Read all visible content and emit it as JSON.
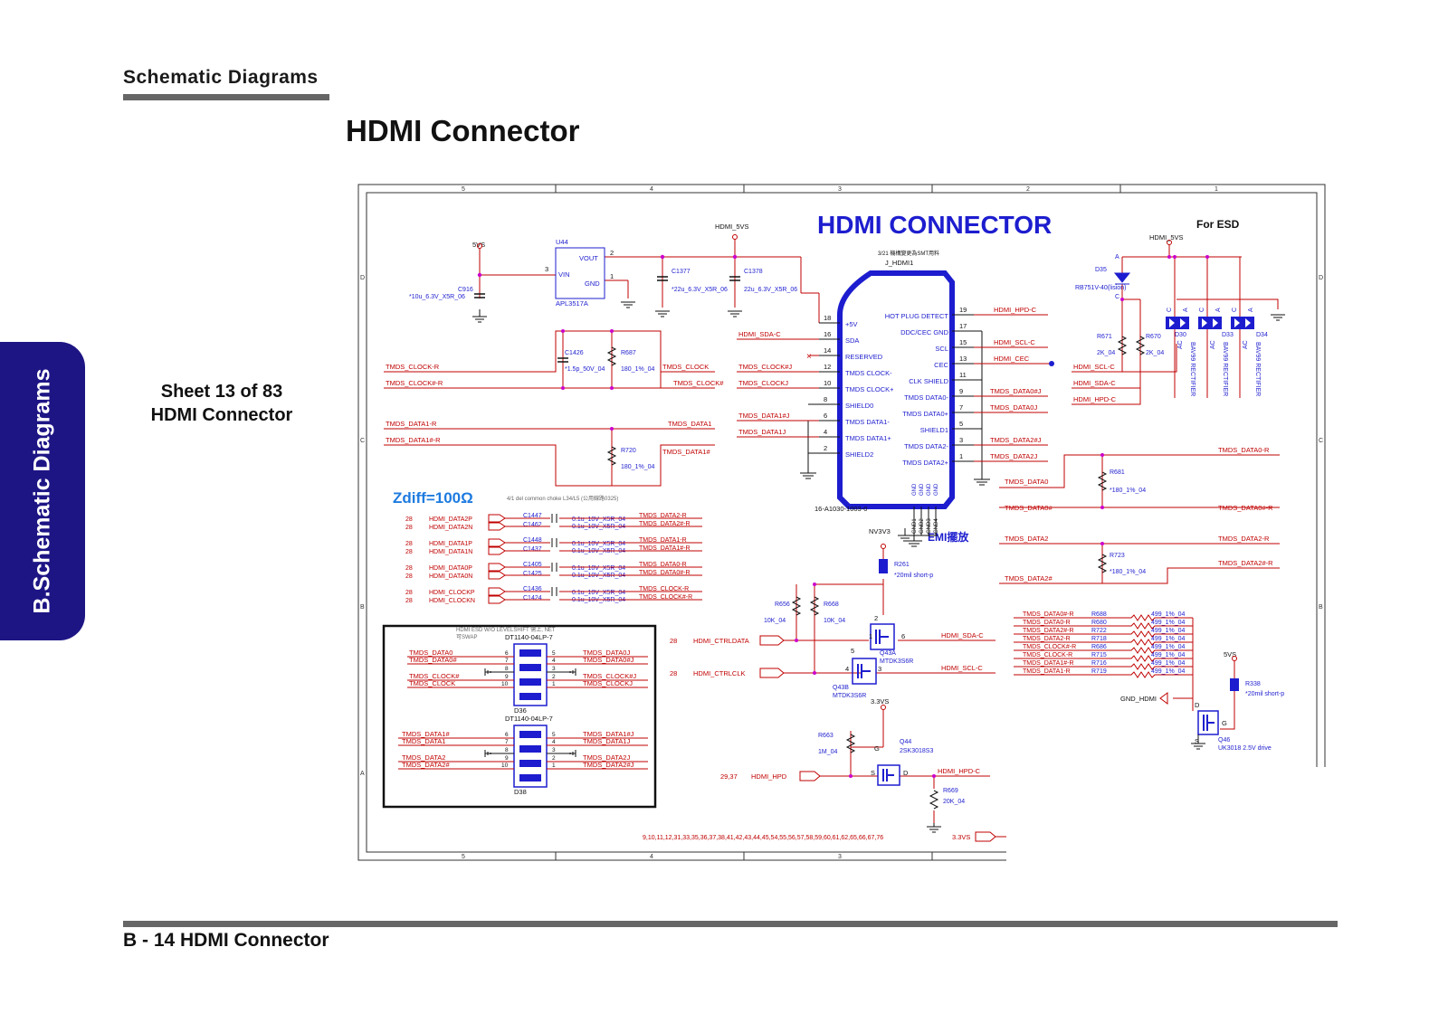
{
  "header": {
    "section": "Schematic  Diagrams",
    "title": "HDMI Connector"
  },
  "side_tab": "B.Schematic Diagrams",
  "sheet": {
    "line1": "Sheet 13 of 83",
    "line2": "HDMI Connector"
  },
  "footer": "B - 14   HDMI Connector",
  "colors": {
    "wire": "#c00000",
    "blue": "#1d1dcf",
    "tab": "#1e1585",
    "junction": "#cc00cc",
    "net": "#c00000"
  },
  "schematic": {
    "title": "HDMI  CONNECTOR",
    "esd_title": "For ESD",
    "zdiff": "Zdiff=100Ω",
    "zdiff_note": "4/1 del common choke L34/L5 (公用線路0325)",
    "note_321": "3/21 機構變更為SMT用料",
    "emi": "EMI擺放",
    "border_cols": [
      "5",
      "4",
      "3",
      "2",
      "1"
    ],
    "border_rows": [
      "D",
      "C",
      "B",
      "A"
    ],
    "u44": {
      "ref": "U44",
      "part": "APL3517A",
      "vin": "VIN",
      "vout": "VOUT",
      "gnd": "GND",
      "p3": "3",
      "p2": "2",
      "p1": "1"
    },
    "pwr": {
      "p5vs": "5VS",
      "hdmi5vs": "HDMI_5VS",
      "nv3v3": "NV3V3",
      "p3v3": "3.3VS"
    },
    "caps": {
      "c916": "C916",
      "c916v": "*10u_6.3V_X5R_06",
      "c1377": "C1377",
      "c1377v": "*22u_6.3V_X5R_06",
      "c1378": "C1378",
      "c1378v": "22u_6.3V_X5R_06",
      "c1426": "C1426",
      "c1426v": "*1.5p_50V_04"
    },
    "res": {
      "r687": "R687",
      "r687v": "180_1%_04",
      "r720": "R720",
      "r720v": "180_1%_04",
      "r681": "R681",
      "r681v": "*180_1%_04",
      "r723": "R723",
      "r723v": "*180_1%_04",
      "r671": "R671",
      "r671v": "2K_04",
      "r670": "R670",
      "r670v": "2K_04",
      "r261": "R261",
      "r261v": "*20mil short-p",
      "r656": "R656",
      "r656v": "10K_04",
      "r668": "R668",
      "r668v": "10K_04",
      "r663": "R663",
      "r663v": "1M_04",
      "r669": "R669",
      "r669v": "20K_04",
      "r338": "R338",
      "r338v": "*20mil short-p"
    },
    "connector": {
      "ref": "J_HDMI1",
      "part": "16-A1030-1003-0",
      "left_pins": [
        {
          "n": "18",
          "name": "+5V"
        },
        {
          "n": "16",
          "name": "SDA"
        },
        {
          "n": "14",
          "name": "RESERVED"
        },
        {
          "n": "12",
          "name": "TMDS CLOCK-"
        },
        {
          "n": "10",
          "name": "TMDS CLOCK+"
        },
        {
          "n": "8",
          "name": "SHIELD0"
        },
        {
          "n": "6",
          "name": "TMDS DATA1-"
        },
        {
          "n": "4",
          "name": "TMDS DATA1+"
        },
        {
          "n": "2",
          "name": "SHIELD2"
        }
      ],
      "right_pins": [
        {
          "n": "19",
          "name": "HOT PLUG DETECT"
        },
        {
          "n": "17",
          "name": "DDC/CEC GND"
        },
        {
          "n": "15",
          "name": "SCL"
        },
        {
          "n": "13",
          "name": "CEC"
        },
        {
          "n": "11",
          "name": "CLK SHIELD"
        },
        {
          "n": "9",
          "name": "TMDS DATA0-"
        },
        {
          "n": "7",
          "name": "TMDS DATA0+"
        },
        {
          "n": "5",
          "name": "SHIELD1"
        },
        {
          "n": "3",
          "name": "TMDS DATA2-"
        },
        {
          "n": "1",
          "name": "TMDS DATA2+"
        }
      ],
      "gnd_pins": [
        "GND1",
        "GND2",
        "GND3",
        "GND4"
      ],
      "gnd_labels": [
        "GND",
        "GND",
        "GND",
        "GND"
      ]
    },
    "nets": {
      "tmds_clock_r": "TMDS_CLOCK-R",
      "tmds_clock_n_r": "TMDS_CLOCK#-R",
      "tmds_clock": "TMDS_CLOCK",
      "tmds_clock_n": "TMDS_CLOCK#",
      "tmds_clock_nj": "TMDS_CLOCK#J",
      "tmds_clockj": "TMDS_CLOCKJ",
      "tmds_data1_r": "TMDS_DATA1-R",
      "tmds_data1n_r": "TMDS_DATA1#-R",
      "tmds_data1": "TMDS_DATA1",
      "tmds_data1n": "TMDS_DATA1#",
      "tmds_data1nj": "TMDS_DATA1#J",
      "tmds_data1j": "TMDS_DATA1J",
      "hdmi_sda_c": "HDMI_SDA-C",
      "hdmi_hpd_c": "HDMI_HPD-C",
      "hdmi_scl_c": "HDMI_SCL-C",
      "hdmi_cec": "HDMI_CEC",
      "tmds_data0nj": "TMDS_DATA0#J",
      "tmds_data0j": "TMDS_DATA0J",
      "tmds_data2nj": "TMDS_DATA2#J",
      "tmds_data2j": "TMDS_DATA2J",
      "tmds_data0": "TMDS_DATA0",
      "tmds_data0n": "TMDS_DATA0#",
      "tmds_data0_r": "TMDS_DATA0-R",
      "tmds_data0n_r": "TMDS_DATA0#-R",
      "tmds_data2": "TMDS_DATA2",
      "tmds_data2n": "TMDS_DATA2#",
      "tmds_data2_r": "TMDS_DATA2-R",
      "tmds_data2n_r": "TMDS_DATA2#-R",
      "esd_scl": "HDMI_SCL-C",
      "esd_sda": "HDMI_SDA-C",
      "esd_hpd": "HDMI_HPD-C"
    },
    "esd": {
      "d35": "D35",
      "d35p": "RB751V-40(lision)",
      "d30": "D30",
      "d33": "D33",
      "d34": "D34",
      "rect": "BAV99 RECTIFIER",
      "pinA": "A",
      "pinC": "C",
      "pinAC": "AC"
    },
    "ac_caps": [
      {
        "page": "28",
        "net": "HDMI_DATA2P",
        "ref": "C1447",
        "val": "0.1u_10V_X5R_04",
        "out": "TMDS_DATA2-R"
      },
      {
        "page": "28",
        "net": "HDMI_DATA2N",
        "ref": "C1462",
        "val": "0.1u_10V_X5R_04",
        "out": "TMDS_DATA2#-R"
      },
      {
        "page": "28",
        "net": "HDMI_DATA1P",
        "ref": "C1448",
        "val": "0.1u_10V_X5R_04",
        "out": "TMDS_DATA1-R"
      },
      {
        "page": "28",
        "net": "HDMI_DATA1N",
        "ref": "C1437",
        "val": "0.1u_10V_X5R_04",
        "out": "TMDS_DATA1#-R"
      },
      {
        "page": "28",
        "net": "HDMI_DATA0P",
        "ref": "C1405",
        "val": "0.1u_10V_X5R_04",
        "out": "TMDS_DATA0-R"
      },
      {
        "page": "28",
        "net": "HDMI_DATA0N",
        "ref": "C1425",
        "val": "0.1u_10V_X5R_04",
        "out": "TMDS_DATA0#-R"
      },
      {
        "page": "28",
        "net": "HDMI_CLOCKP",
        "ref": "C1436",
        "val": "0.1u_10V_X5R_04",
        "out": "TMDS_CLOCK-R"
      },
      {
        "page": "28",
        "net": "HDMI_CLOCKN",
        "ref": "C1424",
        "val": "0.1u_10V_X5R_04",
        "out": "TMDS_CLOCK#-R"
      }
    ],
    "esd_box": {
      "note1": "HDMI ESD W/O LEVELSHIFT 需上, NET",
      "note2": "可SWAP",
      "part": "DT1140-04LP-7",
      "d36": "D36",
      "d38": "D38",
      "top_left": [
        "TMDS_DATA0",
        "TMDS_DATA0#",
        "TMDS_CLOCK#",
        "TMDS_CLOCK"
      ],
      "top_right": [
        "TMDS_DATA0J",
        "TMDS_DATA0#J",
        "TMDS_CLOCK#J",
        "TMDS_CLOCKJ"
      ],
      "bot_left": [
        "TMDS_DATA1#",
        "TMDS_DATA1",
        "TMDS_DATA2",
        "TMDS_DATA2#"
      ],
      "bot_right": [
        "TMDS_DATA1#J",
        "TMDS_DATA1J",
        "TMDS_DATA2J",
        "TMDS_DATA2#J"
      ],
      "pins_l": [
        "6",
        "7",
        "8",
        "9",
        "10"
      ],
      "pins_r": [
        "5",
        "4",
        "3",
        "2",
        "1"
      ]
    },
    "ddc": {
      "page": "28",
      "ctrldata": "HDMI_CTRLDATA",
      "ctrlclk": "HDMI_CTRLCLK",
      "q43a": "Q43A",
      "q43a_part": "MTDK3S6R",
      "q43b": "Q43B",
      "q43b_part": "MTDK3S6R",
      "sda_out": "HDMI_SDA-C",
      "scl_out": "HDMI_SCL-C",
      "p1": "1",
      "p2": "2",
      "p3": "3",
      "p4": "4",
      "p5": "5",
      "p6": "6"
    },
    "hpd": {
      "page": "29,37",
      "net": "HDMI_HPD",
      "q44": "Q44",
      "q44_part": "2SK3018S3",
      "out": "HDMI_HPD-C",
      "g": "G",
      "s": "S",
      "d": "D"
    },
    "term": {
      "rows": [
        {
          "net": "TMDS_DATA0#-R",
          "ref": "R688",
          "val": "499_1%_04"
        },
        {
          "net": "TMDS_DATA0-R",
          "ref": "R680",
          "val": "499_1%_04"
        },
        {
          "net": "TMDS_DATA2#-R",
          "ref": "R722",
          "val": "499_1%_04"
        },
        {
          "net": "TMDS_DATA2-R",
          "ref": "R718",
          "val": "499_1%_04"
        },
        {
          "net": "TMDS_CLOCK#-R",
          "ref": "R686",
          "val": "499_1%_04"
        },
        {
          "net": "TMDS_CLOCK-R",
          "ref": "R715",
          "val": "499_1%_04"
        },
        {
          "net": "TMDS_DATA1#-R",
          "ref": "R716",
          "val": "499_1%_04"
        },
        {
          "net": "TMDS_DATA1-R",
          "ref": "R719",
          "val": "499_1%_04"
        }
      ],
      "gnd_hdmi": "GND_HDMI",
      "q46": "Q46",
      "q46_part": "UK3018 2.5V drive",
      "g": "G",
      "s": "S",
      "d": "D"
    },
    "bottom_pages": "9,10,11,12,31,33,35,36,37,38,41,42,43,44,45,54,55,56,57,58,59,60,61,62,65,66,67,76",
    "bottom_net": "3.3VS"
  }
}
